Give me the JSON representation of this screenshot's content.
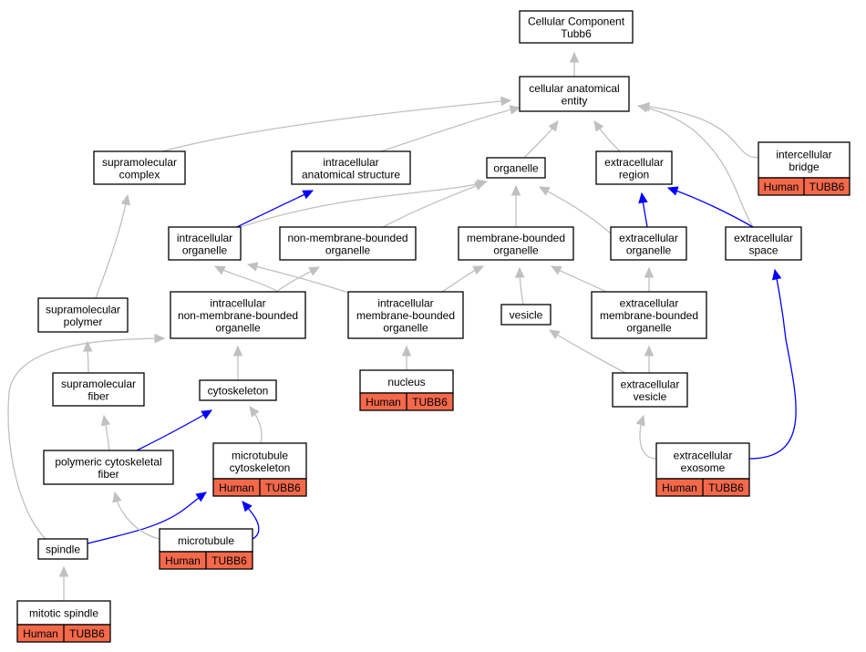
{
  "diagram": {
    "nodes": [
      {
        "id": "root",
        "lines": [
          "Cellular Component",
          "Tubb6"
        ]
      },
      {
        "id": "cae",
        "lines": [
          "cellular anatomical",
          "entity"
        ]
      },
      {
        "id": "smc",
        "lines": [
          "supramolecular",
          "complex"
        ]
      },
      {
        "id": "ias",
        "lines": [
          "intracellular",
          "anatomical structure"
        ]
      },
      {
        "id": "org",
        "lines": [
          "organelle"
        ]
      },
      {
        "id": "exr",
        "lines": [
          "extracellular",
          "region"
        ]
      },
      {
        "id": "icb",
        "lines": [
          "intercellular",
          "bridge"
        ],
        "annotation": {
          "species": "Human",
          "gene": "TUBB6"
        }
      },
      {
        "id": "io",
        "lines": [
          "intracellular",
          "organelle"
        ]
      },
      {
        "id": "nmbo",
        "lines": [
          "non-membrane-bounded",
          "organelle"
        ]
      },
      {
        "id": "mbo",
        "lines": [
          "membrane-bounded",
          "organelle"
        ]
      },
      {
        "id": "exo",
        "lines": [
          "extracellular",
          "organelle"
        ]
      },
      {
        "id": "exs",
        "lines": [
          "extracellular",
          "space"
        ]
      },
      {
        "id": "smp",
        "lines": [
          "supramolecular",
          "polymer"
        ]
      },
      {
        "id": "inmbo",
        "lines": [
          "intracellular",
          "non-membrane-bounded",
          "organelle"
        ]
      },
      {
        "id": "imbo",
        "lines": [
          "intracellular",
          "membrane-bounded",
          "organelle"
        ]
      },
      {
        "id": "ves",
        "lines": [
          "vesicle"
        ]
      },
      {
        "id": "embo",
        "lines": [
          "extracellular",
          "membrane-bounded",
          "organelle"
        ]
      },
      {
        "id": "smf",
        "lines": [
          "supramolecular",
          "fiber"
        ]
      },
      {
        "id": "csk",
        "lines": [
          "cytoskeleton"
        ]
      },
      {
        "id": "nuc",
        "lines": [
          "nucleus"
        ],
        "annotation": {
          "species": "Human",
          "gene": "TUBB6"
        }
      },
      {
        "id": "exv",
        "lines": [
          "extracellular",
          "vesicle"
        ]
      },
      {
        "id": "pcf",
        "lines": [
          "polymeric cytoskeletal",
          "fiber"
        ]
      },
      {
        "id": "mtc",
        "lines": [
          "microtubule",
          "cytoskeleton"
        ],
        "annotation": {
          "species": "Human",
          "gene": "TUBB6"
        }
      },
      {
        "id": "exe",
        "lines": [
          "extracellular",
          "exosome"
        ],
        "annotation": {
          "species": "Human",
          "gene": "TUBB6"
        }
      },
      {
        "id": "spi",
        "lines": [
          "spindle"
        ]
      },
      {
        "id": "mt",
        "lines": [
          "microtubule"
        ],
        "annotation": {
          "species": "Human",
          "gene": "TUBB6"
        }
      },
      {
        "id": "msp",
        "lines": [
          "mitotic spindle"
        ],
        "annotation": {
          "species": "Human",
          "gene": "TUBB6"
        }
      }
    ],
    "edges": [
      {
        "from": "cae",
        "to": "root",
        "kind": "is_a"
      },
      {
        "from": "smc",
        "to": "cae",
        "kind": "is_a"
      },
      {
        "from": "ias",
        "to": "cae",
        "kind": "is_a"
      },
      {
        "from": "org",
        "to": "cae",
        "kind": "is_a"
      },
      {
        "from": "exr",
        "to": "cae",
        "kind": "is_a"
      },
      {
        "from": "icb",
        "to": "cae",
        "kind": "is_a"
      },
      {
        "from": "exs",
        "to": "cae",
        "kind": "is_a"
      },
      {
        "from": "io",
        "to": "ias",
        "kind": "part_of"
      },
      {
        "from": "io",
        "to": "org",
        "kind": "is_a"
      },
      {
        "from": "nmbo",
        "to": "org",
        "kind": "is_a"
      },
      {
        "from": "mbo",
        "to": "org",
        "kind": "is_a"
      },
      {
        "from": "exo",
        "to": "org",
        "kind": "is_a"
      },
      {
        "from": "exo",
        "to": "exr",
        "kind": "part_of"
      },
      {
        "from": "exs",
        "to": "exr",
        "kind": "part_of"
      },
      {
        "from": "smp",
        "to": "smc",
        "kind": "is_a"
      },
      {
        "from": "inmbo",
        "to": "io",
        "kind": "is_a"
      },
      {
        "from": "inmbo",
        "to": "nmbo",
        "kind": "is_a"
      },
      {
        "from": "imbo",
        "to": "io",
        "kind": "is_a"
      },
      {
        "from": "imbo",
        "to": "mbo",
        "kind": "is_a"
      },
      {
        "from": "ves",
        "to": "mbo",
        "kind": "is_a"
      },
      {
        "from": "embo",
        "to": "mbo",
        "kind": "is_a"
      },
      {
        "from": "embo",
        "to": "exo",
        "kind": "is_a"
      },
      {
        "from": "smf",
        "to": "smp",
        "kind": "is_a"
      },
      {
        "from": "csk",
        "to": "inmbo",
        "kind": "is_a"
      },
      {
        "from": "nuc",
        "to": "imbo",
        "kind": "is_a"
      },
      {
        "from": "exv",
        "to": "ves",
        "kind": "is_a"
      },
      {
        "from": "exv",
        "to": "embo",
        "kind": "is_a"
      },
      {
        "from": "pcf",
        "to": "smf",
        "kind": "is_a"
      },
      {
        "from": "pcf",
        "to": "csk",
        "kind": "part_of"
      },
      {
        "from": "mtc",
        "to": "csk",
        "kind": "is_a"
      },
      {
        "from": "exe",
        "to": "exv",
        "kind": "is_a"
      },
      {
        "from": "exe",
        "to": "exs",
        "kind": "part_of"
      },
      {
        "from": "spi",
        "to": "inmbo",
        "kind": "is_a"
      },
      {
        "from": "spi",
        "to": "mtc",
        "kind": "part_of"
      },
      {
        "from": "mt",
        "to": "pcf",
        "kind": "is_a"
      },
      {
        "from": "mt",
        "to": "mtc",
        "kind": "part_of"
      },
      {
        "from": "msp",
        "to": "spi",
        "kind": "is_a"
      }
    ],
    "colors": {
      "is_a": "#c0c0c0",
      "part_of": "#0000ff",
      "annotation_fill": "#f4694a",
      "node_border": "#000000"
    }
  }
}
